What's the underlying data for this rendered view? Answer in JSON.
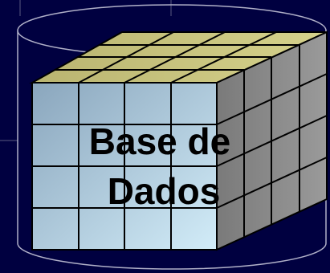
{
  "diagram": {
    "label_line1": "Base de",
    "label_line2": "Dados",
    "colors": {
      "background": "#000040",
      "cylinder_outline": "#b0b0c8",
      "cube_top": "#c8c478",
      "cube_front_light": "#c9e3f1",
      "cube_front_dark": "#8aa6bd",
      "cube_side": "#8a8a8a",
      "grid_lines": "#000000"
    },
    "grid": {
      "front_columns": 4,
      "front_rows": 4,
      "depth_cells": 4
    }
  }
}
